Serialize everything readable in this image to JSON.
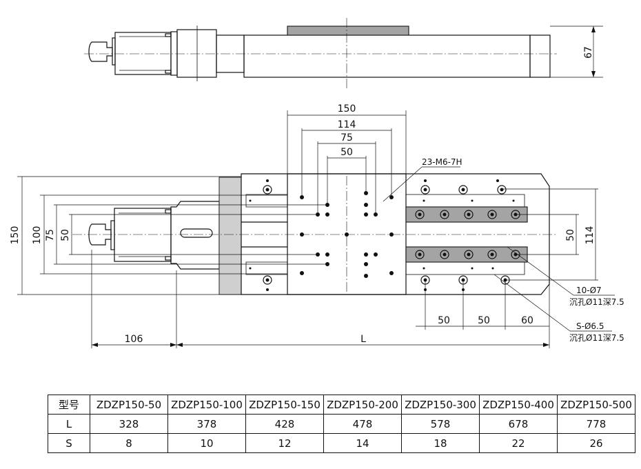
{
  "drawing": {
    "side_view": {
      "height_dim": "67"
    },
    "top_view": {
      "dims_top": [
        "150",
        "114",
        "75",
        "50"
      ],
      "dims_left": [
        "150",
        "100",
        "75",
        "50"
      ],
      "dims_right": [
        "50",
        "114"
      ],
      "dims_bottom": [
        "50",
        "50",
        "60"
      ],
      "dim_motor": "106",
      "dim_length": "L",
      "callouts": {
        "tapped_holes": "23-M6-7H",
        "counterbore_1_count": "10-Ø7",
        "counterbore_1_spec": "沉孔Ø11深7.5",
        "counterbore_2_count": "S-Ø6.5",
        "counterbore_2_spec": "沉孔Ø11深7.5"
      }
    }
  },
  "table": {
    "header": [
      "型号",
      "ZDZP150-50",
      "ZDZP150-100",
      "ZDZP150-150",
      "ZDZP150-200",
      "ZDZP150-300",
      "ZDZP150-400",
      "ZDZP150-500"
    ],
    "rows": [
      [
        "L",
        "328",
        "378",
        "428",
        "478",
        "578",
        "678",
        "778"
      ],
      [
        "S",
        "8",
        "10",
        "12",
        "14",
        "18",
        "22",
        "26"
      ]
    ]
  }
}
